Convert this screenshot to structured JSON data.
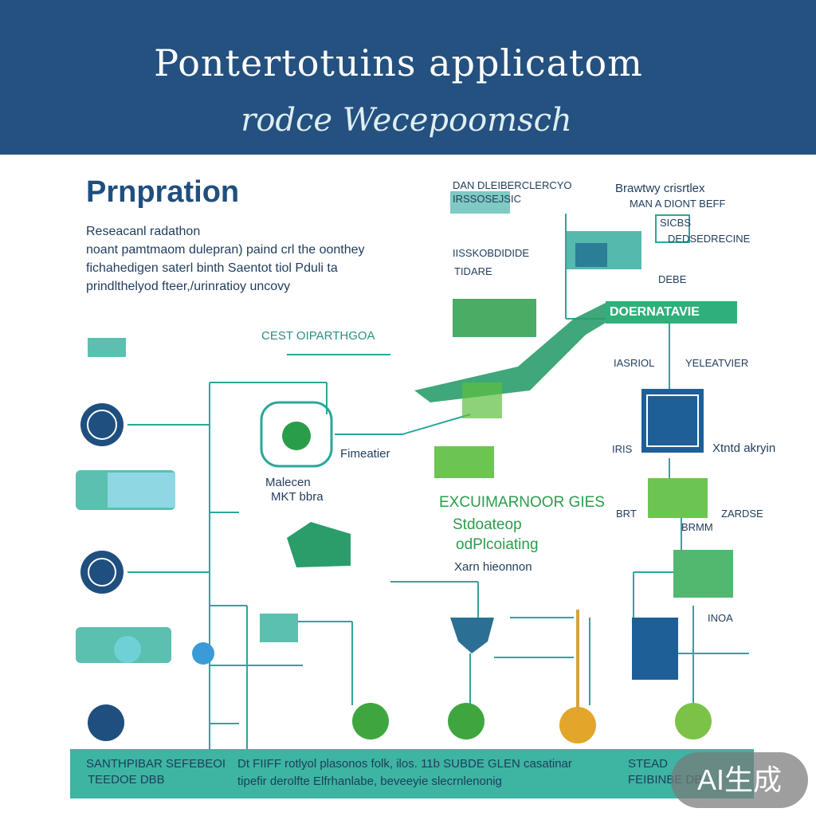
{
  "banner": {
    "title": "Pontertotuins applicatom",
    "subtitle": "rodce Wecepoomsch"
  },
  "section": {
    "title": "Prnpration",
    "lines": [
      "Reseacanl radathon",
      "noant pamtmaom dulepran) paind crl the oonthey",
      "fichahedigen saterl binth Saentot tiol Pduli ta",
      "prindlthelyod fteer,/urinratioy          uncovy"
    ]
  },
  "labels": {
    "top_center_1": "DAN DLEIBERCLERCYO",
    "top_center_2": "IRSSOSEJSIC",
    "top_right_1": "Brawtwy crisrtlex",
    "top_right_2": "MAN A DIONT BEFF",
    "top_right_3": "SICBS",
    "top_right_4": "DEDSEDRECINE",
    "mid_left_ctr": "IISSKOBDIDIDE",
    "mid_left_ctr2": "TIDARE",
    "right_col_1": "DEBE",
    "banner_green": "DOERNATAVIE",
    "arrow_label": "CEST OIPARTHGOA",
    "node_label_1": "Fimeatier",
    "node_label_2": "Malecen",
    "node_label_3": "MKT bbra",
    "center_green_1": "EXCUIMARNOOR GIES",
    "center_green_2": "Stdoateop",
    "center_green_3": "odPlcoiating",
    "center_label": "Xarn hieonnon",
    "r_lbl_1": "IASRIOL",
    "r_lbl_2": "YELEATVIER",
    "r_lbl_3": "IRIS",
    "r_lbl_4": "Xtntd akryin",
    "r_lbl_5": "BRT",
    "r_lbl_6": "ZARDSE",
    "r_lbl_7": "BRMM",
    "r_lbl_8": "INOA"
  },
  "footer": {
    "left_1": "SANTHPIBAR SEFEBEOI",
    "left_2": "TEEDOE DBB",
    "mid_1": "Dt FIIFF rotlyol plasonos folk, ilos. 11b  SUBDE GLEN casatinar",
    "mid_2": "tipefir derolfte Elfrhanlabe, beveeyie slecrnlenonig",
    "right_1": "STEAD",
    "right_2": "FEIBINBE DB"
  },
  "watermark": "AI生成",
  "colors": {
    "banner": "#24517f",
    "teal": "#3eb4a2",
    "green": "#2a9d4a",
    "navy": "#1f4f7e"
  }
}
